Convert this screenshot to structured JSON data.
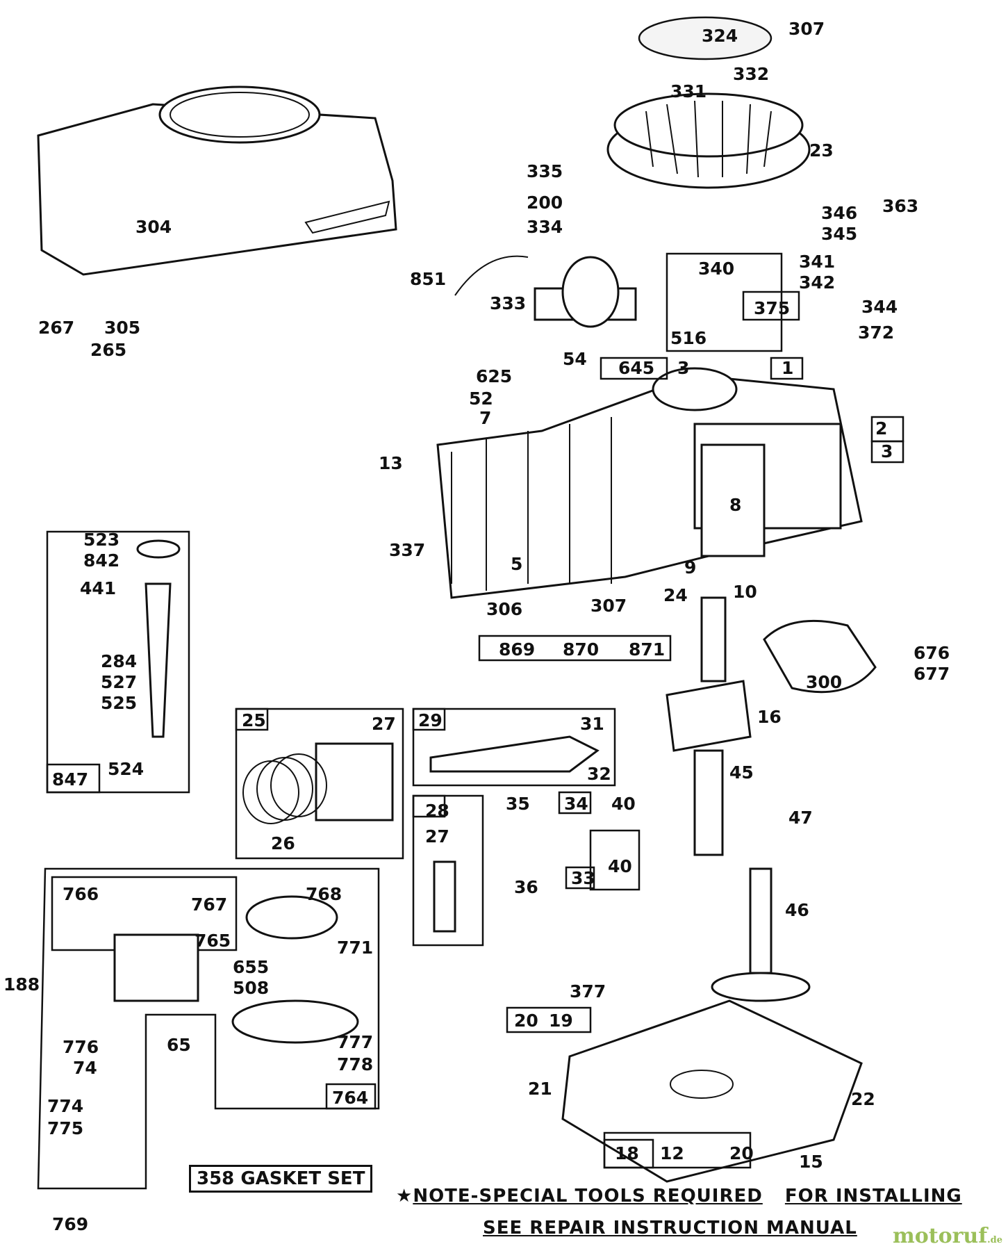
{
  "labels": [
    {
      "id": "324",
      "text": "324"
    },
    {
      "id": "307a",
      "text": "307"
    },
    {
      "id": "332",
      "text": "332"
    },
    {
      "id": "331",
      "text": "331"
    },
    {
      "id": "23",
      "text": "23"
    },
    {
      "id": "363",
      "text": "363"
    },
    {
      "id": "335",
      "text": "335"
    },
    {
      "id": "200",
      "text": "200"
    },
    {
      "id": "334",
      "text": "334"
    },
    {
      "id": "346",
      "text": "346"
    },
    {
      "id": "345",
      "text": "345"
    },
    {
      "id": "340",
      "text": "340"
    },
    {
      "id": "341",
      "text": "341"
    },
    {
      "id": "342",
      "text": "342"
    },
    {
      "id": "375",
      "text": "375"
    },
    {
      "id": "344",
      "text": "344"
    },
    {
      "id": "372",
      "text": "372"
    },
    {
      "id": "516",
      "text": "516"
    },
    {
      "id": "304",
      "text": "304"
    },
    {
      "id": "851",
      "text": "851"
    },
    {
      "id": "333",
      "text": "333"
    },
    {
      "id": "267",
      "text": "267"
    },
    {
      "id": "305",
      "text": "305"
    },
    {
      "id": "265",
      "text": "265"
    },
    {
      "id": "54",
      "text": "54"
    },
    {
      "id": "625",
      "text": "625"
    },
    {
      "id": "52",
      "text": "52"
    },
    {
      "id": "7",
      "text": "7"
    },
    {
      "id": "645",
      "text": "645"
    },
    {
      "id": "3a",
      "text": "3"
    },
    {
      "id": "1",
      "text": "1"
    },
    {
      "id": "2",
      "text": "2"
    },
    {
      "id": "3b",
      "text": "3"
    },
    {
      "id": "13",
      "text": "13"
    },
    {
      "id": "8",
      "text": "8"
    },
    {
      "id": "337",
      "text": "337"
    },
    {
      "id": "5",
      "text": "5"
    },
    {
      "id": "9",
      "text": "9"
    },
    {
      "id": "10",
      "text": "10"
    },
    {
      "id": "306",
      "text": "306"
    },
    {
      "id": "307b",
      "text": "307"
    },
    {
      "id": "24",
      "text": "24"
    },
    {
      "id": "869",
      "text": "869"
    },
    {
      "id": "870",
      "text": "870"
    },
    {
      "id": "871",
      "text": "871"
    },
    {
      "id": "676",
      "text": "676"
    },
    {
      "id": "677",
      "text": "677"
    },
    {
      "id": "300",
      "text": "300"
    },
    {
      "id": "523",
      "text": "523"
    },
    {
      "id": "842",
      "text": "842"
    },
    {
      "id": "441",
      "text": "441"
    },
    {
      "id": "284",
      "text": "284"
    },
    {
      "id": "527",
      "text": "527"
    },
    {
      "id": "525",
      "text": "525"
    },
    {
      "id": "524",
      "text": "524"
    },
    {
      "id": "847",
      "text": "847"
    },
    {
      "id": "25",
      "text": "25"
    },
    {
      "id": "27a",
      "text": "27"
    },
    {
      "id": "26",
      "text": "26"
    },
    {
      "id": "29",
      "text": "29"
    },
    {
      "id": "31",
      "text": "31"
    },
    {
      "id": "32",
      "text": "32"
    },
    {
      "id": "16",
      "text": "16"
    },
    {
      "id": "45",
      "text": "45"
    },
    {
      "id": "28",
      "text": "28"
    },
    {
      "id": "27b",
      "text": "27"
    },
    {
      "id": "35",
      "text": "35"
    },
    {
      "id": "34",
      "text": "34"
    },
    {
      "id": "40a",
      "text": "40"
    },
    {
      "id": "36",
      "text": "36"
    },
    {
      "id": "33",
      "text": "33"
    },
    {
      "id": "40b",
      "text": "40"
    },
    {
      "id": "47",
      "text": "47"
    },
    {
      "id": "46",
      "text": "46"
    },
    {
      "id": "766",
      "text": "766"
    },
    {
      "id": "767",
      "text": "767"
    },
    {
      "id": "768",
      "text": "768"
    },
    {
      "id": "765",
      "text": "765"
    },
    {
      "id": "771",
      "text": "771"
    },
    {
      "id": "655",
      "text": "655"
    },
    {
      "id": "508",
      "text": "508"
    },
    {
      "id": "188",
      "text": "188"
    },
    {
      "id": "65",
      "text": "65"
    },
    {
      "id": "776",
      "text": "776"
    },
    {
      "id": "74",
      "text": "74"
    },
    {
      "id": "777",
      "text": "777"
    },
    {
      "id": "778",
      "text": "778"
    },
    {
      "id": "764",
      "text": "764"
    },
    {
      "id": "774",
      "text": "774"
    },
    {
      "id": "775",
      "text": "775"
    },
    {
      "id": "769",
      "text": "769"
    },
    {
      "id": "377",
      "text": "377"
    },
    {
      "id": "20a",
      "text": "20"
    },
    {
      "id": "19",
      "text": "19"
    },
    {
      "id": "21",
      "text": "21"
    },
    {
      "id": "22",
      "text": "22"
    },
    {
      "id": "18",
      "text": "18"
    },
    {
      "id": "12",
      "text": "12"
    },
    {
      "id": "20b",
      "text": "20"
    },
    {
      "id": "15",
      "text": "15"
    }
  ],
  "gasket_set": "358 GASKET SET",
  "note": {
    "star": "★",
    "line1a": "NOTE-SPECIAL TOOLS REQUIRED",
    "line1b": "FOR INSTALLING",
    "line2": "SEE REPAIR INSTRUCTION MANUAL"
  },
  "watermark": {
    "brand": "motoruf",
    "tld": ".de"
  }
}
